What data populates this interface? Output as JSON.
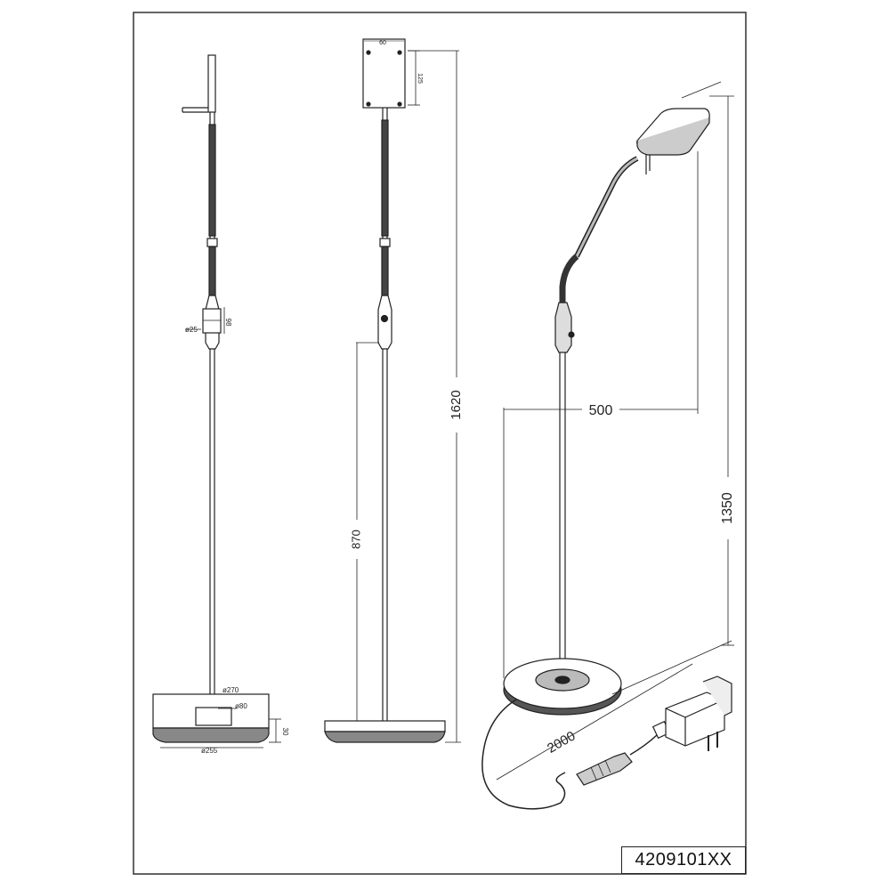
{
  "product_code": "4209101XX",
  "dimensions": {
    "total_height": "1620",
    "switch_height": "870",
    "reach": "500",
    "arm_height": "1350",
    "cable_length": "2000",
    "base_top_dia": "ø270",
    "base_inner_dia": "ø80",
    "base_bottom_dia": "ø255",
    "base_height": "30",
    "knob_dia": "ø25",
    "knob_height": "98",
    "head_width": "60",
    "head_height": "125"
  },
  "colors": {
    "line": "#222222",
    "fill_dark": "#666666",
    "fill_mid": "#bbbbbb",
    "fill_light": "#eeeeee"
  }
}
